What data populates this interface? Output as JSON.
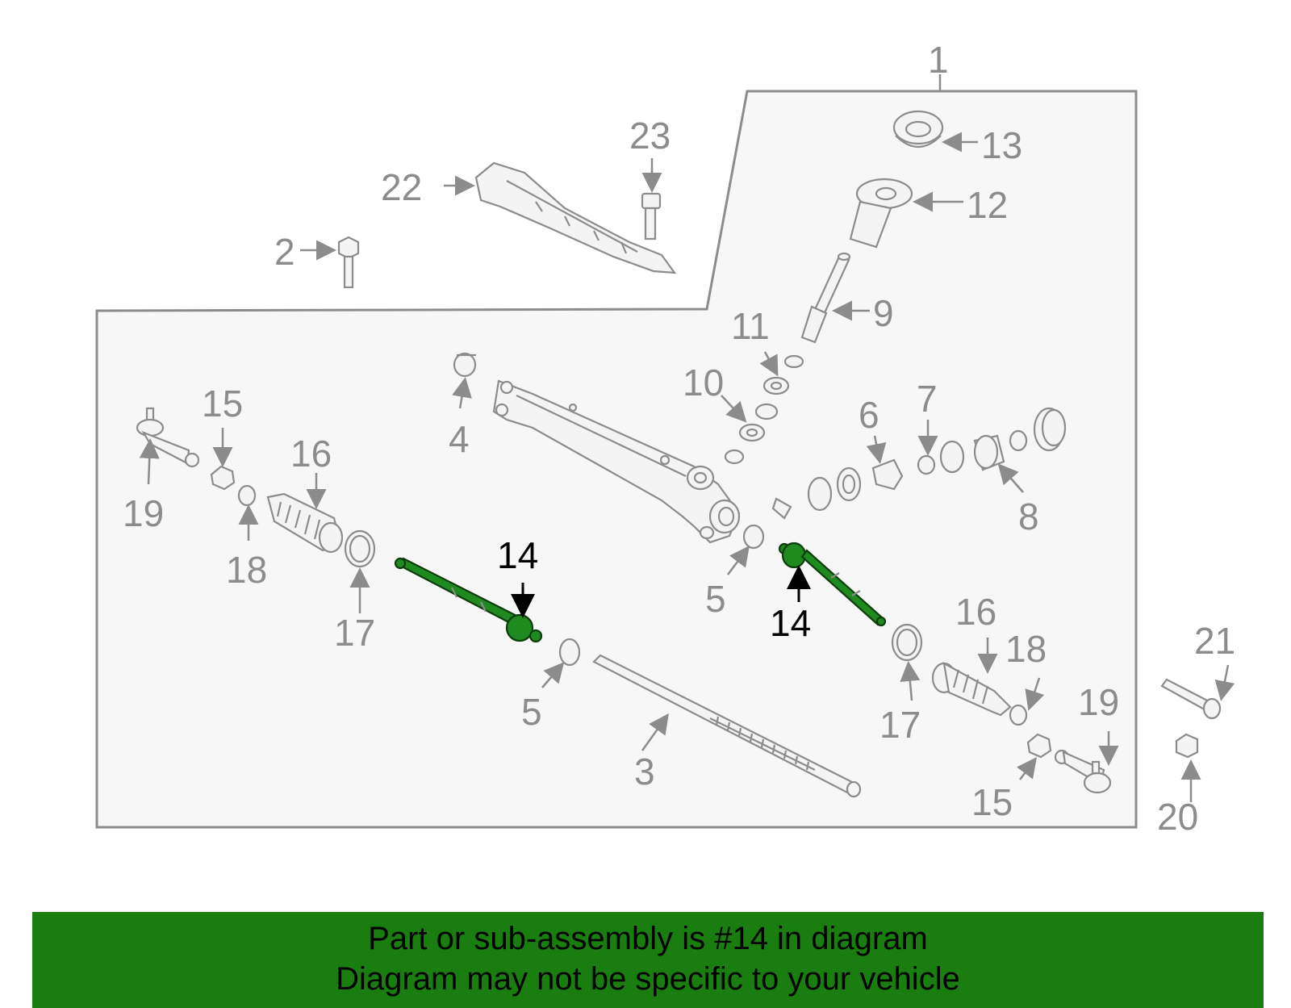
{
  "banner": {
    "line1": "Part or sub-assembly is #14 in diagram",
    "line2": "Diagram may not be specific to your vehicle",
    "background_color": "#1a7d10"
  },
  "highlight": {
    "part_number": "14",
    "color": "#1f8a1f"
  },
  "callouts": {
    "c1": "1",
    "c2": "2",
    "c3": "3",
    "c4": "4",
    "c5a": "5",
    "c5b": "5",
    "c6": "6",
    "c7": "7",
    "c8": "8",
    "c9": "9",
    "c10": "10",
    "c11": "11",
    "c12": "12",
    "c13": "13",
    "c14a": "14",
    "c14b": "14",
    "c15a": "15",
    "c15b": "15",
    "c16a": "16",
    "c16b": "16",
    "c17a": "17",
    "c17b": "17",
    "c18a": "18",
    "c18b": "18",
    "c19a": "19",
    "c19b": "19",
    "c20": "20",
    "c21": "21",
    "c22": "22",
    "c23": "23"
  }
}
